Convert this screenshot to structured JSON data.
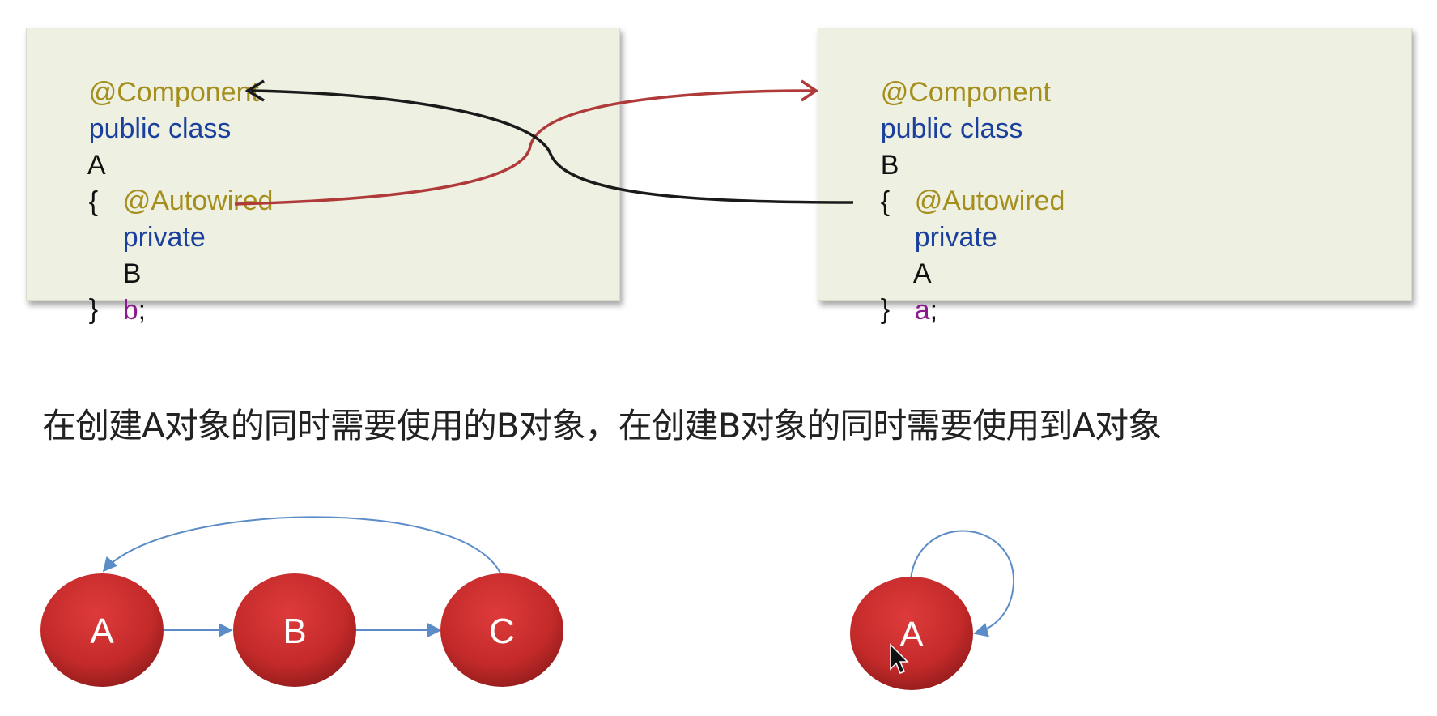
{
  "code_blocks": [
    {
      "id": "class-a",
      "lines": [
        {
          "annotation": "@Component"
        },
        {
          "keyword": "public class",
          "name": "A",
          "brace": "{"
        },
        {
          "annotation": "@Autowired"
        },
        {
          "keyword": "private",
          "type": "B",
          "field": "b",
          "semicolon": ";"
        },
        {
          "brace": "}"
        }
      ]
    },
    {
      "id": "class-b",
      "lines": [
        {
          "annotation": "@Component"
        },
        {
          "keyword": "public class",
          "name": "B",
          "brace": "{"
        },
        {
          "annotation": "@Autowired"
        },
        {
          "keyword": "private",
          "type": "A",
          "field": "a",
          "semicolon": ";"
        },
        {
          "brace": "}"
        }
      ]
    }
  ],
  "caption": "在创建A对象的同时需要使用的B对象，在创建B对象的同时需要使用到A对象",
  "graphs": {
    "cycle": {
      "nodes": [
        "A",
        "B",
        "C"
      ],
      "edges": [
        [
          "A",
          "B"
        ],
        [
          "B",
          "C"
        ],
        [
          "C",
          "A"
        ]
      ]
    },
    "self_loop": {
      "nodes": [
        "A"
      ],
      "edges": [
        [
          "A",
          "A"
        ]
      ]
    }
  },
  "colors": {
    "code_bg": "#eef0e2",
    "annotation": "#a48e1c",
    "keyword": "#1a3f9c",
    "field": "#8b1a8f",
    "arrow_black": "#1a1a1a",
    "arrow_red": "#b03a3a",
    "node_fill": "#c42a2a",
    "edge_blue": "#5b8cc8"
  }
}
